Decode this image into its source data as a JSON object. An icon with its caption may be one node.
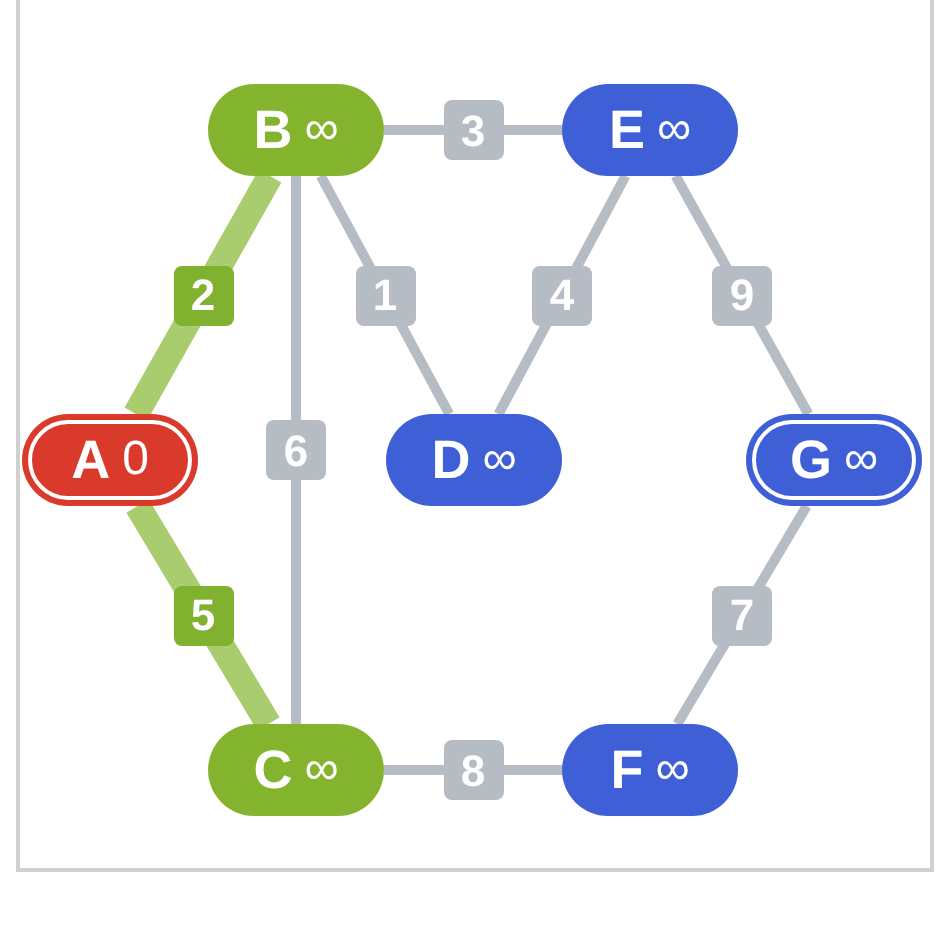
{
  "diagram": {
    "nodes": [
      {
        "text": [
          "A",
          "0"
        ]
      },
      {
        "text": [
          "B",
          "∞"
        ]
      },
      {
        "text": [
          "C",
          "∞"
        ]
      },
      {
        "text": [
          "D",
          "∞"
        ]
      },
      {
        "text": [
          "E",
          "∞"
        ]
      },
      {
        "text": [
          "F",
          "∞"
        ]
      },
      {
        "text": [
          "G",
          "∞"
        ]
      }
    ],
    "edges": [
      {
        "from": 0,
        "to": 1,
        "arrow": "none",
        "label": "2",
        "style": "thick",
        "color": "#a9cc6e"
      },
      {
        "from": 0,
        "to": 2,
        "arrow": "none",
        "label": "5",
        "style": "thick",
        "color": "#a9cc6e"
      },
      {
        "from": 1,
        "to": 4,
        "arrow": "none",
        "label": "3"
      },
      {
        "from": 1,
        "to": 3,
        "arrow": "none",
        "label": "1"
      },
      {
        "from": 1,
        "to": 2,
        "arrow": "none",
        "label": "6"
      },
      {
        "from": 4,
        "to": 3,
        "arrow": "none",
        "label": "4"
      },
      {
        "from": 4,
        "to": 6,
        "arrow": "none",
        "label": "9"
      },
      {
        "from": 6,
        "to": 5,
        "arrow": "none",
        "label": "7"
      },
      {
        "from": 2,
        "to": 5,
        "arrow": "none",
        "label": "8"
      }
    ]
  }
}
